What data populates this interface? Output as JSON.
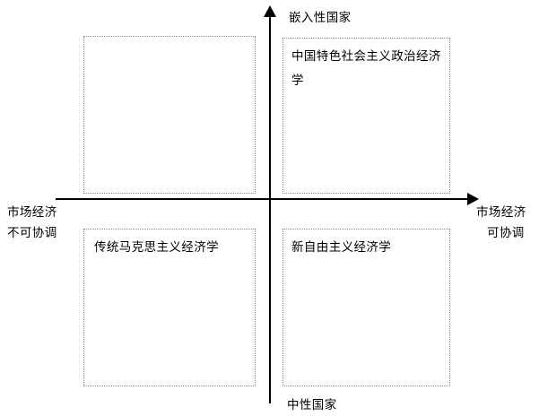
{
  "diagram": {
    "type": "two-by-two-quadrant-matrix",
    "axes": {
      "vertical_top_label": "嵌入性国家",
      "vertical_bottom_label": "中性国家",
      "horizontal_left_label_line1": "市场经济",
      "horizontal_left_label_line2": "不可协调",
      "horizontal_right_label_line1": "市场经济",
      "horizontal_right_label_line2": "可协调"
    },
    "quadrants": {
      "top_left": "",
      "top_right": "中国特色社会主义政治经济学",
      "bottom_left": "传统马克思主义经济学",
      "bottom_right": "新自由主义经济学"
    },
    "colors": {
      "axis": "#000000",
      "box_border": "#8a8a8a",
      "text": "#000000",
      "background": "#ffffff"
    }
  }
}
